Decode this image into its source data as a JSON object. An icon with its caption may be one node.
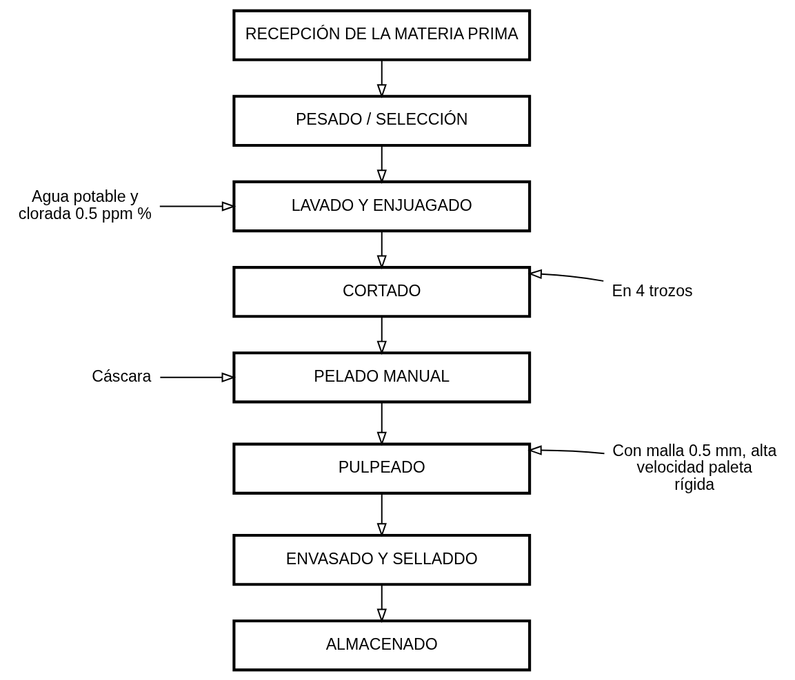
{
  "diagram": {
    "nodes": [
      {
        "text": [
          "RECEPCIÓN DE LA MATERIA PRIMA"
        ]
      },
      {
        "text": [
          "PESADO / SELECCIÓN"
        ]
      },
      {
        "text": [
          "LAVADO Y ENJUAGADO"
        ]
      },
      {
        "text": [
          "CORTADO"
        ]
      },
      {
        "text": [
          "PELADO MANUAL"
        ]
      },
      {
        "text": [
          "PULPEADO"
        ]
      },
      {
        "text": [
          "ENVASADO Y SELLADDO"
        ]
      },
      {
        "text": [
          "ALMACENADO"
        ]
      },
      {
        "text": [
          "Agua potable y clorada 0.5 ppm %"
        ]
      },
      {
        "text": [
          "En 4 trozos"
        ]
      },
      {
        "text": [
          "Cáscara"
        ]
      },
      {
        "text": [
          "Con malla 0.5 mm, alta velocidad paleta rígida"
        ]
      }
    ],
    "edges": [
      {
        "from": 0,
        "to": 1,
        "arrow": "to"
      },
      {
        "from": 1,
        "to": 2,
        "arrow": "to"
      },
      {
        "from": 2,
        "to": 3,
        "arrow": "to"
      },
      {
        "from": 3,
        "to": 4,
        "arrow": "to"
      },
      {
        "from": 4,
        "to": 5,
        "arrow": "to"
      },
      {
        "from": 5,
        "to": 6,
        "arrow": "to"
      },
      {
        "from": 6,
        "to": 7,
        "arrow": "to"
      },
      {
        "from": 8,
        "to": 2,
        "arrow": "to"
      },
      {
        "from": 9,
        "to": 3,
        "arrow": "to"
      },
      {
        "from": 10,
        "to": 4,
        "arrow": "to"
      },
      {
        "from": 11,
        "to": 5,
        "arrow": "to"
      }
    ]
  }
}
